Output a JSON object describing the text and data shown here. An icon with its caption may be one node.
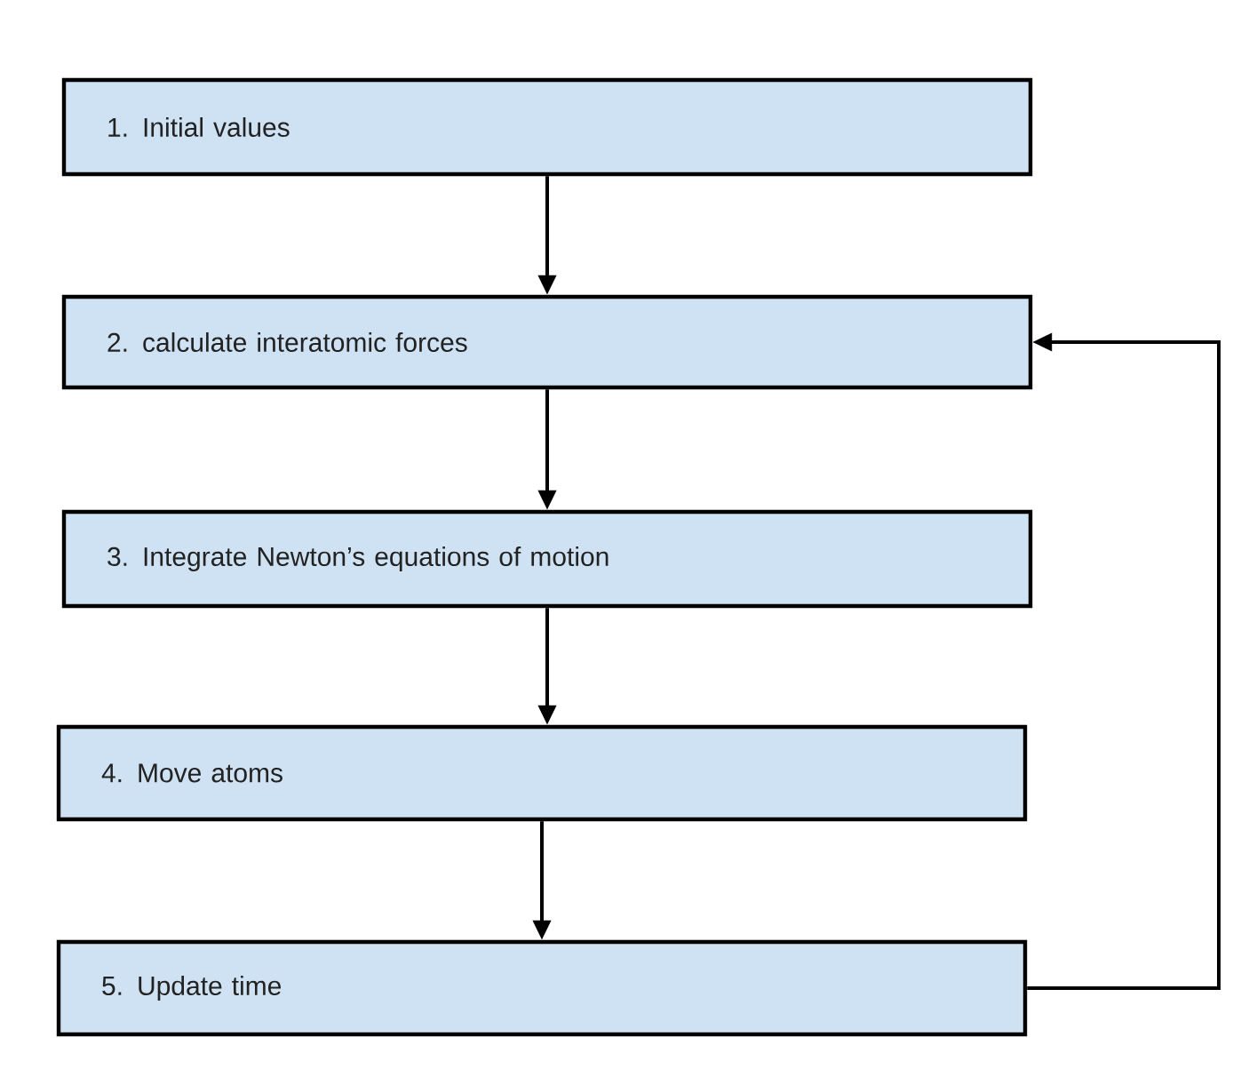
{
  "diagram": {
    "nodes": [
      {
        "text": [
          "1. Initial values"
        ]
      },
      {
        "text": [
          "2. calculate interatomic forces"
        ]
      },
      {
        "text": [
          "3. Integrate Newton’s equations of motion"
        ]
      },
      {
        "text": [
          "4. Move atoms"
        ]
      },
      {
        "text": [
          "5. Update time"
        ]
      }
    ],
    "edges": [
      {
        "from": 0,
        "to": 1,
        "arrow": "to"
      },
      {
        "from": 1,
        "to": 2,
        "arrow": "to"
      },
      {
        "from": 2,
        "to": 3,
        "arrow": "to"
      },
      {
        "from": 3,
        "to": 4,
        "arrow": "to"
      },
      {
        "from": 4,
        "to": 1,
        "arrow": "to"
      }
    ]
  }
}
